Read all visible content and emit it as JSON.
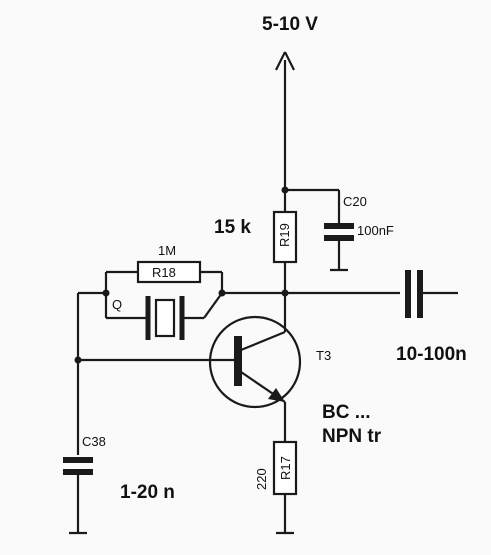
{
  "labels": {
    "supply": "5-10 V",
    "r19_value": "15 k",
    "r19": "R19",
    "c20": "C20",
    "c20_value": "100nF",
    "r18_value": "1M",
    "r18": "R18",
    "crystal": "Q",
    "transistor": "T3",
    "output_cap_value": "10-100n",
    "transistor_type_1": "BC ...",
    "transistor_type_2": "NPN tr",
    "c38": "C38",
    "c38_value": "1-20 n",
    "r17_value": "220",
    "r17": "R17"
  }
}
